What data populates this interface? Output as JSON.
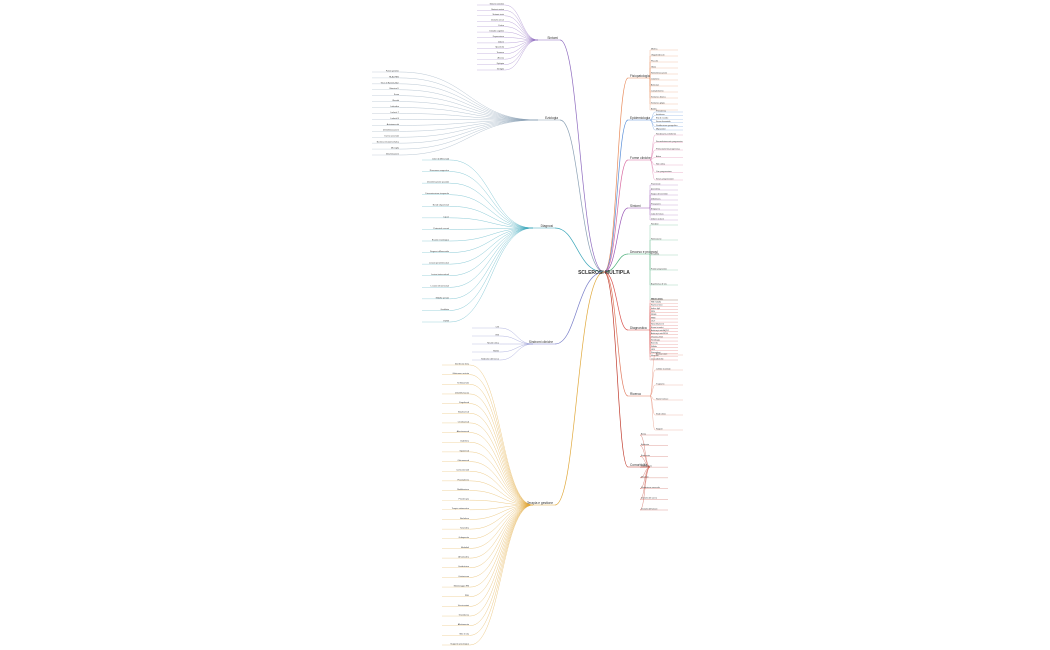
{
  "root": {
    "label": "SCLEROSI MULTIPLA"
  },
  "branches": [
    {
      "id": "b-sintomi-l",
      "label": "Sintomi",
      "color": "#8e6bbf",
      "side": "left",
      "leaves": [
        "Sintomi sensitivi",
        "Sintomi motori",
        "Sintomi visivi",
        "Disturbi urinari",
        "Fatica",
        "Disturbi cognitivi",
        "Depressione",
        "Dolore",
        "Spasticità",
        "Tremore",
        "Atassia",
        "Diplopia",
        "Vertigini"
      ]
    },
    {
      "id": "b-eziologia",
      "label": "Eziologia",
      "color": "#8aa0b4",
      "side": "left",
      "leaves": [
        "Fattori genetici",
        "HLA-DRB1",
        "Virus di Epstein-Barr",
        "Vitamina D",
        "Fumo",
        "Obesità",
        "Latitudine",
        "Linfociti T",
        "Linfociti B",
        "Autoimmunità",
        "Demielinizzazione",
        "Danno assonale",
        "Barriera ematoencefalica",
        "Microglia",
        "Infiammazione"
      ]
    },
    {
      "id": "b-diagnosi",
      "label": "Diagnosi",
      "color": "#3aa6b9",
      "side": "left",
      "leaves": [
        "Criteri di McDonald",
        "Risonanza magnetica",
        "Disseminazione spaziale",
        "Disseminazione temporale",
        "Bande oligoclonali",
        "Liquor",
        "Potenziali evocati",
        "Esame neurologico",
        "Diagnosi differenziale",
        "Lesioni periventricolari",
        "Lesioni iuxtacorticali",
        "Lesioni infratentoriali",
        "Midollo spinale",
        "Gadolinio",
        "EDSS"
      ]
    },
    {
      "id": "b-sindromi",
      "label": "Sindromi cliniche",
      "color": "#7a7fc9",
      "side": "left",
      "leaves": [
        "CIS",
        "RIS",
        "Neurite ottica",
        "Mielite",
        "Sindrome del tronco"
      ]
    },
    {
      "id": "b-terapia",
      "label": "Terapia e gestione",
      "color": "#e0a83a",
      "side": "left",
      "leaves": [
        "Interferone beta",
        "Glatiramer acetato",
        "Teriflunomide",
        "Dimetilfumarato",
        "Fingolimod",
        "Natalizumab",
        "Ocrelizumab",
        "Alemtuzumab",
        "Cladribina",
        "Siponimod",
        "Ofatumumab",
        "Corticosteroidi",
        "Plasmaferesi",
        "Riabilitazione",
        "Fisioterapia",
        "Terapia sintomatica",
        "Baclofene",
        "Tizanidina",
        "Gabapentin",
        "Modafinil",
        "Amantadina",
        "Ossibutinina",
        "Cateterismo",
        "Monitoraggio RM",
        "PML",
        "Vaccinazioni",
        "Gravidanza",
        "Allattamento",
        "Stile di vita",
        "Supporto psicologico"
      ]
    },
    {
      "id": "b-fisio",
      "label": "Fisiopatologia",
      "color": "#e88a5a",
      "side": "right",
      "leaves": [
        "Mielina",
        "Oligodendrociti",
        "Placche",
        "Gliosi",
        "Remielinizzazione",
        "Citochine",
        "Anticorpi",
        "Complemento",
        "Sostanza bianca",
        "Sostanza grigia",
        "Atrofia"
      ]
    },
    {
      "id": "b-epidemio",
      "label": "Epidemiologia",
      "color": "#5a8fd8",
      "side": "right",
      "leaves": [
        "Prevalenza",
        "Incidenza",
        "Età di esordio",
        "Sesso femminile",
        "Distribuzione geografica",
        "Migrazione"
      ]
    },
    {
      "id": "b-forme",
      "label": "Forme cliniche",
      "color": "#d86aa0",
      "side": "right",
      "leaves": [
        "Recidivante-remittente",
        "Secondariamente progressiva",
        "Primariamente progressiva",
        "Attiva",
        "Non attiva",
        "Con progressione",
        "Senza progressione"
      ]
    },
    {
      "id": "b-sintomi-r",
      "label": "Sintomi",
      "color": "#9b59b6",
      "side": "right",
      "leaves": [
        "Parestesie",
        "Ipoestesia",
        "Segno di Lhermitte",
        "Debolezza",
        "Paraparesi",
        "Emiparesi",
        "Calo del visus",
        "Dolore oculare"
      ]
    },
    {
      "id": "b-decorso",
      "label": "Decorso e prognosi",
      "color": "#4caf7a",
      "side": "right",
      "leaves": [
        "Recidive",
        "Remissione",
        "Disabilità",
        "Fattori prognostici",
        "Aspettativa di vita",
        "Qualità di vita"
      ]
    },
    {
      "id": "b-diag2",
      "label": "Diagnostica",
      "color": "#d9534f",
      "side": "right",
      "leaves": [
        "RM encefalo",
        "RM midollo",
        "Rachicentesi",
        "Indice IgG",
        "PEV",
        "PESS",
        "PEM",
        "OCT",
        "Neurofilamenti",
        "Esami ematici",
        "Anticorpi anti-AQP4",
        "Anticorpi anti-MOG",
        "Vitamina B12",
        "Sierologia",
        "Borrelia",
        "Sifilide",
        "LES",
        "Sarcoidosi",
        "Vasculiti",
        "Leucodistrofie"
      ]
    },
    {
      "id": "b-ricerca",
      "label": "Ricerca",
      "color": "#e07a5f",
      "side": "right",
      "leaves": [
        "Biomarcatori",
        "Cellule staminali",
        "Trapianto",
        "Nuovi farmaci",
        "Studi clinici",
        "Registri"
      ]
    },
    {
      "id": "b-comorb",
      "label": "Comorbidità",
      "color": "#c0392b",
      "side": "right",
      "leaves": [
        "Ansia",
        "Epilessia",
        "Emicrania",
        "Osteoporosi",
        "Infezioni",
        "Disfunzione sessuale",
        "Disturbi del sonno",
        "Disturbi dell'umore"
      ]
    }
  ]
}
